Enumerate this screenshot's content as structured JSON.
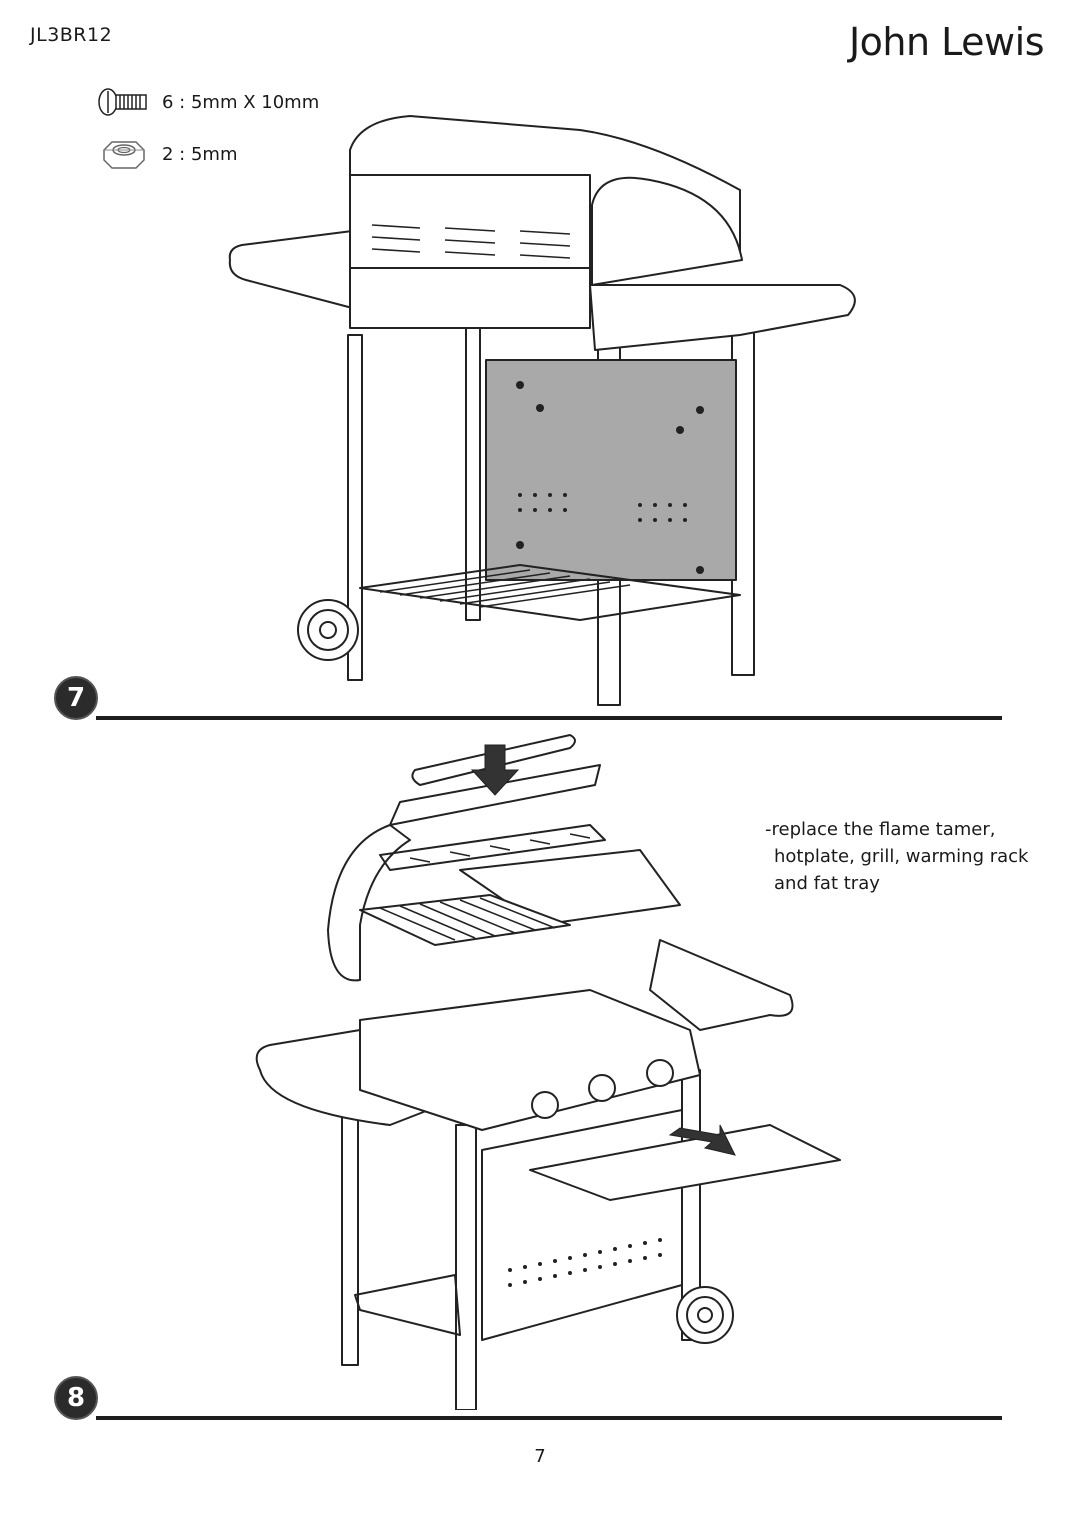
{
  "header": {
    "model_code": "JL3BR12",
    "brand": "John Lewis"
  },
  "parts": [
    {
      "icon": "screw-icon",
      "label": "6 : 5mm X 10mm"
    },
    {
      "icon": "nut-icon",
      "label": "2 : 5mm"
    }
  ],
  "steps": [
    {
      "number": "7"
    },
    {
      "number": "8",
      "note_lines": [
        "-replace the flame tamer,",
        "hotplate, grill, warming rack",
        "and fat tray"
      ]
    }
  ],
  "footer": {
    "page_number": "7"
  }
}
